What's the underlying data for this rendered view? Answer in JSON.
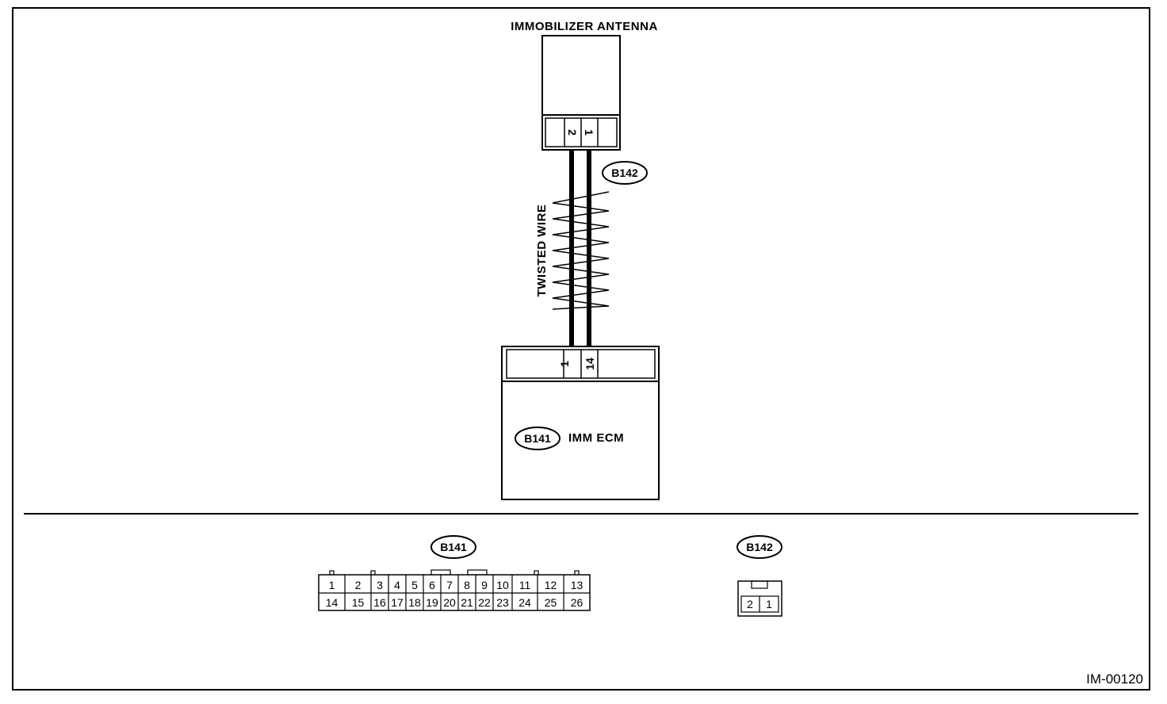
{
  "diagram": {
    "antenna_label": "IMMOBILIZER ANTENNA",
    "antenna_connector": "B142",
    "antenna_pins": [
      "2",
      "1"
    ],
    "wire_label": "TWISTED WIRE",
    "ecm_label": "IMM ECM",
    "ecm_connector": "B141",
    "ecm_pins": [
      "1",
      "14"
    ],
    "figure_code": "IM-00120"
  },
  "connectors": {
    "b141": {
      "tag": "B141",
      "top_row": [
        "1",
        "2",
        "3",
        "4",
        "5",
        "6",
        "7",
        "8",
        "9",
        "10",
        "11",
        "12",
        "13"
      ],
      "bottom_row": [
        "14",
        "15",
        "16",
        "17",
        "18",
        "19",
        "20",
        "21",
        "22",
        "23",
        "24",
        "25",
        "26"
      ]
    },
    "b142": {
      "tag": "B142",
      "pins": [
        "2",
        "1"
      ]
    }
  }
}
